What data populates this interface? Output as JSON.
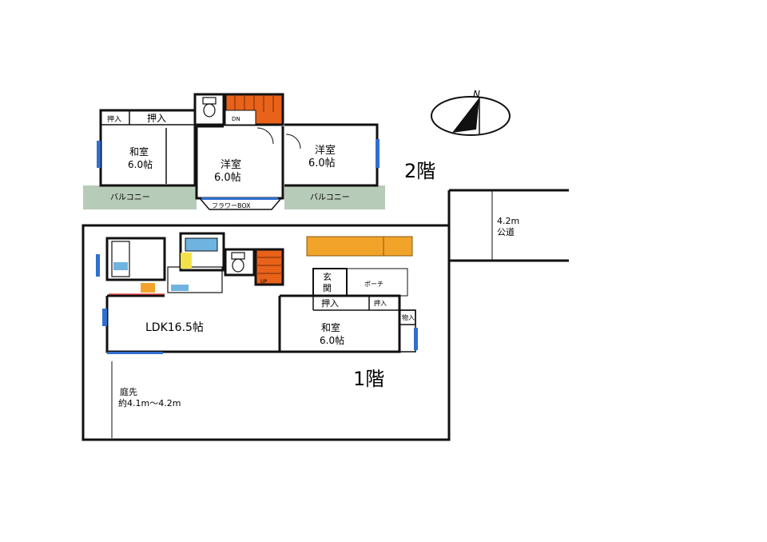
{
  "labels": {
    "floor2": "2階",
    "floor1": "1階",
    "north": "N",
    "washitsu2": "和室",
    "washitsu2_size": "6.0帖",
    "yoshitsu_a": "洋室",
    "yoshitsu_a_size": "6.0帖",
    "yoshitsu_b": "洋室",
    "yoshitsu_b_size": "6.0帖",
    "oshiire_small_2f": "押入",
    "oshiire_2f": "押入",
    "balcony_left": "バルコニー",
    "balcony_right": "バルコニー",
    "flower_box": "フラワーBOX",
    "dn": "DN",
    "road_width": "4.2m",
    "road_name": "公道",
    "ldk": "LDK16.5帖",
    "genkan_1": "玄",
    "genkan_2": "関",
    "porch": "ポーチ",
    "oshiire_1f": "押入",
    "oshiire_small_1f": "押入",
    "monoire": "物入",
    "washitsu1": "和室",
    "washitsu1_size": "6.0帖",
    "garden_1": "庭先",
    "garden_2": "約4.1m〜4.2m",
    "up": "UP"
  },
  "colors": {
    "wall": "#111111",
    "stair": "#e8621a",
    "car": "#f1a32a",
    "balcony": "#b7cbb9",
    "window": "#2f6fd0",
    "tub": "#6fb3e0",
    "yellow": "#f4e24a"
  }
}
